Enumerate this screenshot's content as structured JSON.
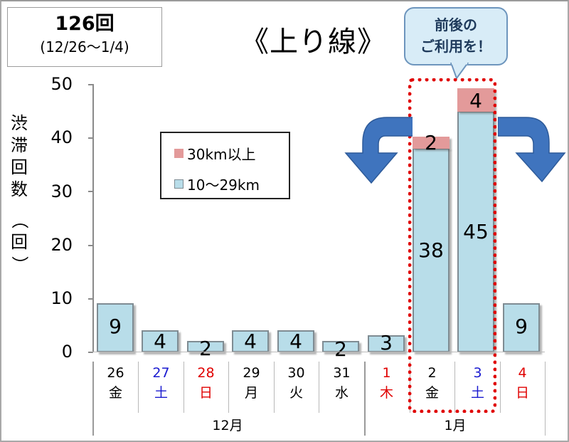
{
  "summary_box": {
    "count": "126回",
    "period": "(12/26〜1/4)"
  },
  "title": "《上り線》",
  "callout": {
    "line1": "前後の",
    "line2": "ご利用を！"
  },
  "legend": {
    "items": [
      {
        "label": "30km以上",
        "color": "#e39a9a"
      },
      {
        "label": "10〜29km",
        "color": "#b8dde9"
      }
    ]
  },
  "y_axis": {
    "label_chars": [
      "渋",
      "滞",
      "回",
      "数",
      "（",
      "回",
      "）"
    ],
    "ticks": [
      "50",
      "40",
      "30",
      "20",
      "10",
      "0"
    ]
  },
  "x_axis": {
    "days": [
      {
        "day": "26",
        "weekday": "金",
        "color": "#000000"
      },
      {
        "day": "27",
        "weekday": "土",
        "color": "#1a1ad0"
      },
      {
        "day": "28",
        "weekday": "日",
        "color": "#e00000"
      },
      {
        "day": "29",
        "weekday": "月",
        "color": "#000000"
      },
      {
        "day": "30",
        "weekday": "火",
        "color": "#000000"
      },
      {
        "day": "31",
        "weekday": "水",
        "color": "#000000"
      },
      {
        "day": "1",
        "weekday": "木",
        "color": "#e00000"
      },
      {
        "day": "2",
        "weekday": "金",
        "color": "#000000"
      },
      {
        "day": "3",
        "weekday": "土",
        "color": "#1a1ad0"
      },
      {
        "day": "4",
        "weekday": "日",
        "color": "#e00000"
      }
    ],
    "months": [
      "12月",
      "1月"
    ]
  },
  "bar_labels": {
    "low": [
      "9",
      "4",
      "2",
      "4",
      "4",
      "2",
      "3",
      "38",
      "45",
      "9"
    ],
    "high": [
      "",
      "",
      "",
      "",
      "",
      "",
      "",
      "2",
      "4",
      ""
    ]
  },
  "chart_data": {
    "type": "bar",
    "stacked": true,
    "title": "《上り線》",
    "subtitle": "126回 (12/26〜1/4)",
    "xlabel": "",
    "ylabel": "渋滞回数（回）",
    "ylim": [
      0,
      50
    ],
    "yticks": [
      0,
      10,
      20,
      30,
      40,
      50
    ],
    "categories": [
      "12/26(金)",
      "12/27(土)",
      "12/28(日)",
      "12/29(月)",
      "12/30(火)",
      "12/31(水)",
      "1/1(木)",
      "1/2(金)",
      "1/3(土)",
      "1/4(日)"
    ],
    "series": [
      {
        "name": "10〜29km",
        "color": "#b8dde9",
        "values": [
          9,
          4,
          2,
          4,
          4,
          2,
          3,
          38,
          45,
          9
        ]
      },
      {
        "name": "30km以上",
        "color": "#e39a9a",
        "values": [
          0,
          0,
          0,
          0,
          0,
          0,
          0,
          2,
          4,
          0
        ]
      }
    ],
    "legend_position": "upper-left-inside",
    "grid": false,
    "annotations": [
      "Dotted red box highlights 1/2(金) and 1/3(土)",
      "Callout: 前後のご利用を！",
      "Blue curved arrows pointing left and right away from the peak days"
    ]
  },
  "colors": {
    "highlight": "#e00000",
    "arrow": "#3f74be",
    "callout_bg": "#d8ecf7",
    "callout_border": "#6d95bd"
  }
}
